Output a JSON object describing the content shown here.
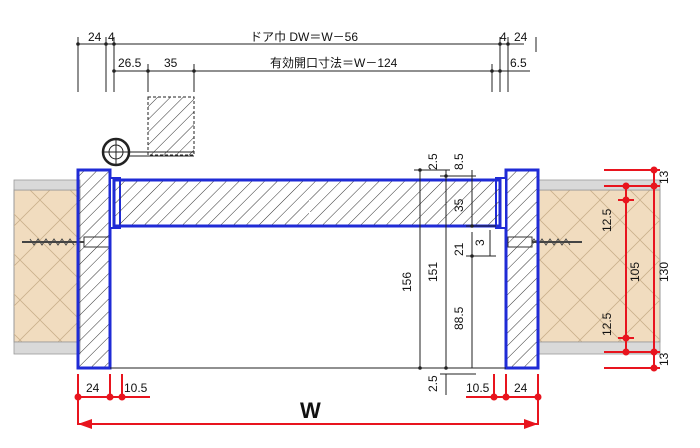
{
  "top_labels": {
    "left_24": "24",
    "left_4": "4",
    "door_width": "ドア巾  DW＝W－56",
    "right_4": "4",
    "right_24": "24",
    "left_26_5": "26.5",
    "left_35": "35",
    "opening": "有効開口寸法＝W－124",
    "right_6_5": "6.5"
  },
  "section_labels": {
    "d_2_5_top": "2.5",
    "d_8_5": "8.5",
    "d_35": "35",
    "d_21": "21",
    "d_3": "3",
    "d_156": "156",
    "d_151": "151",
    "d_88_5": "88.5",
    "d_2_5_bottom": "2.5"
  },
  "right_labels": {
    "d_13_top": "13",
    "d_12_5_top": "12.5",
    "d_105": "105",
    "d_130": "130",
    "d_12_5_bottom": "12.5",
    "d_13_bottom": "13"
  },
  "bottom_labels": {
    "left_24": "24",
    "left_10_5": "10.5",
    "right_10_5": "10.5",
    "right_24": "24",
    "w": "W"
  },
  "colors": {
    "frame_outline": "#1f2bd6",
    "dimension_red": "#e8141e",
    "wall_fill": "#f1dcbf",
    "hatch": "#333333"
  }
}
